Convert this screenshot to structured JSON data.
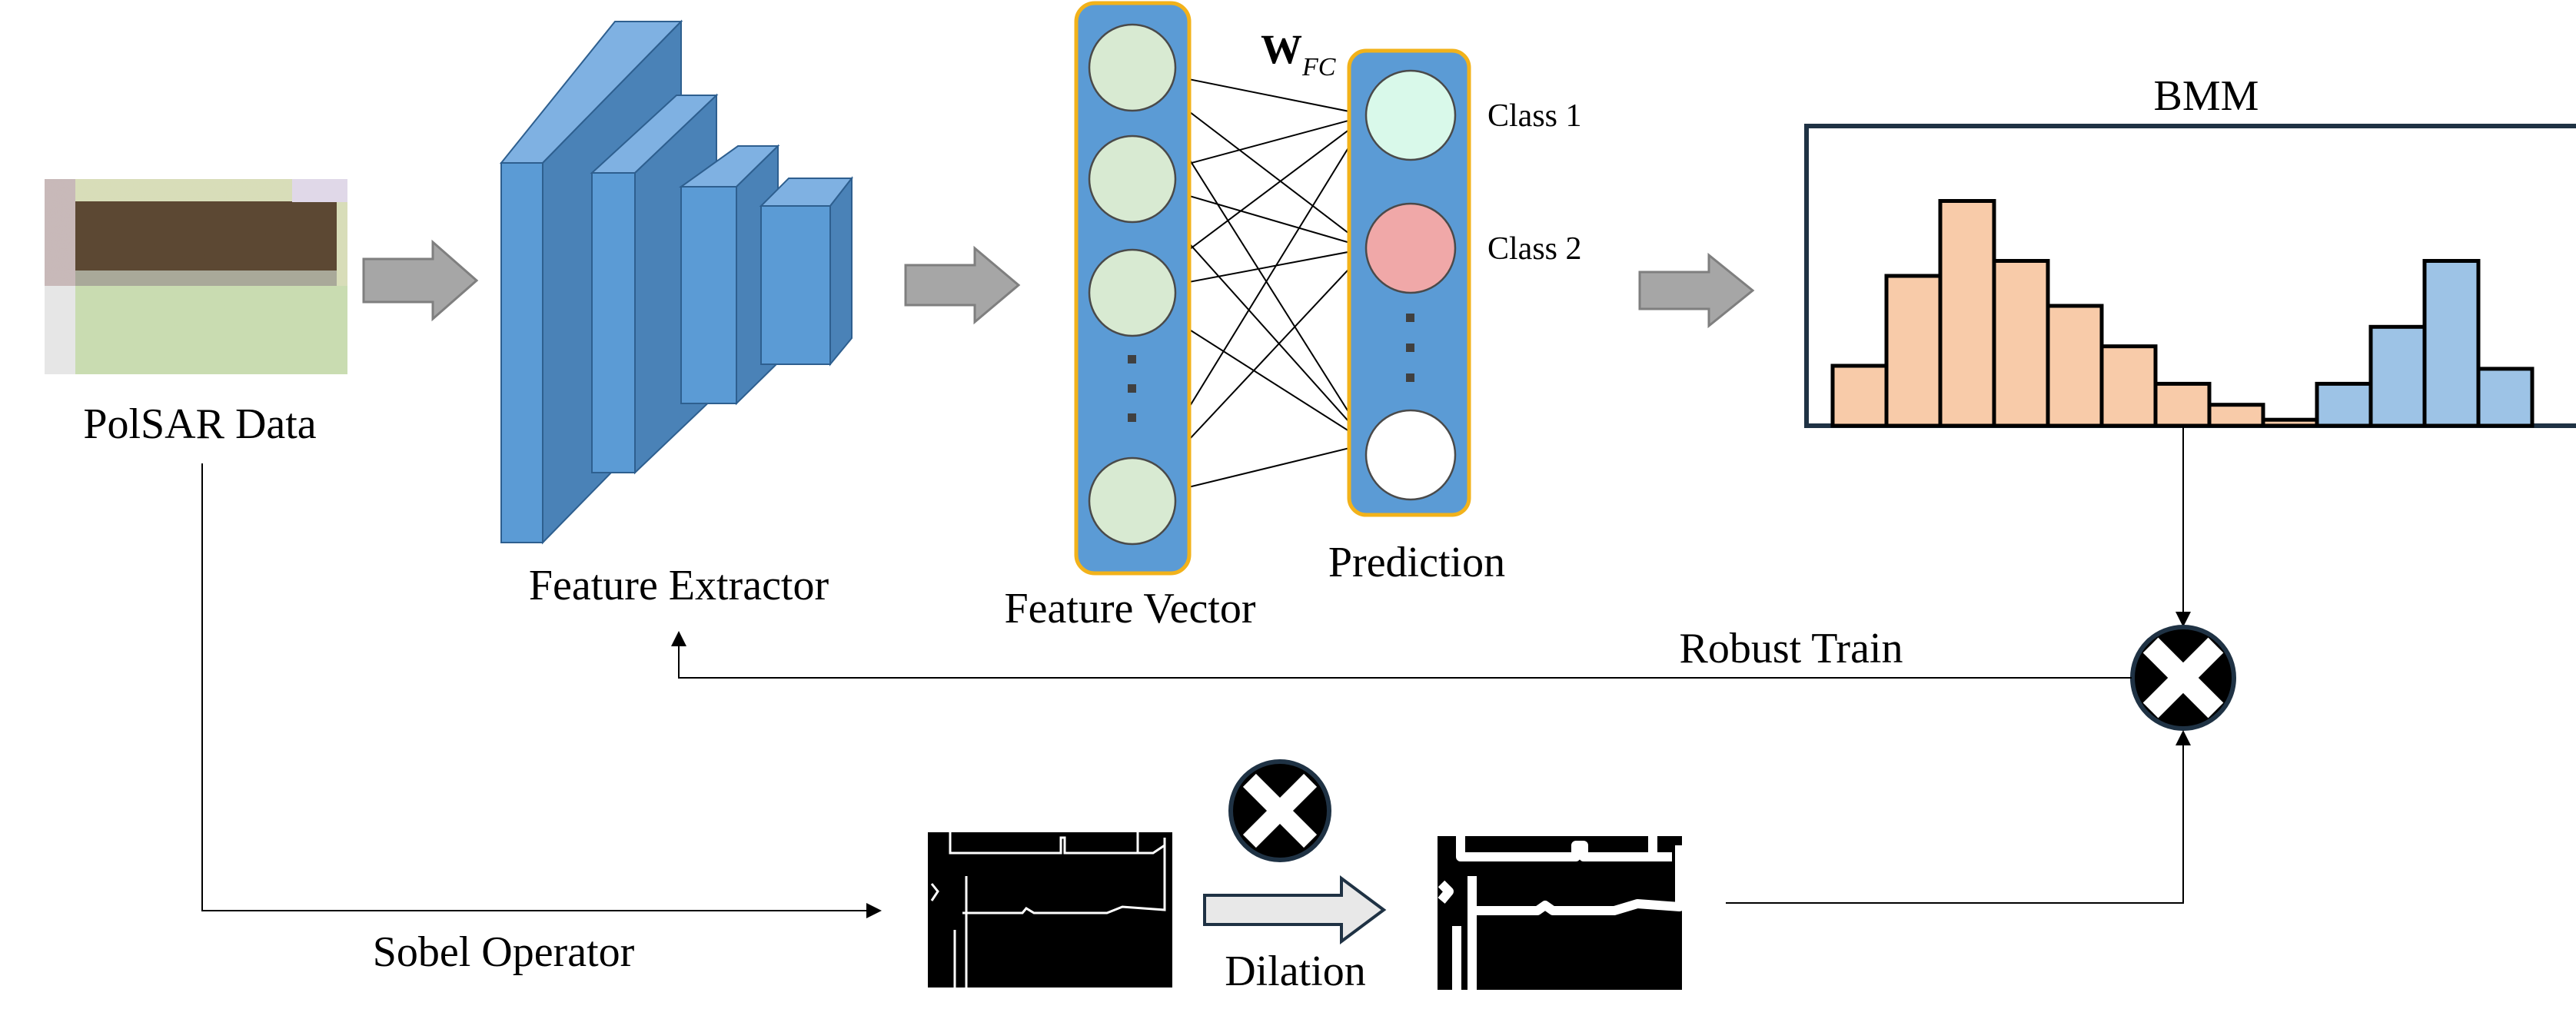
{
  "labels": {
    "polsar": "PolSAR Data",
    "feature_extractor": "Feature Extractor",
    "feature_vector": "Feature Vector",
    "prediction": "Prediction",
    "weight_main": "W",
    "weight_sub": "FC",
    "class1": "Class 1",
    "class2": "Class 2",
    "bmm": "BMM",
    "robust_train": "Robust Train",
    "sobel": "Sobel Operator",
    "dilation": "Dilation"
  },
  "histogram": {
    "orange_counts": [
      0.2,
      0.5,
      0.75,
      0.55,
      0.4,
      0.265,
      0.14,
      0.07,
      0.02
    ],
    "blue_counts": [
      0.14,
      0.33,
      0.55,
      0.19
    ]
  },
  "colors": {
    "cnn_front": "#5b9bd5",
    "cnn_side": "#4a82b7",
    "cnn_top": "#7fb1e2",
    "column_fill": "#5b9bd5",
    "column_border": "#f2b21a",
    "feature_node": "#d8ead2",
    "class1_node": "#d9f9ea",
    "class2_node": "#f0a8a8",
    "hist_orange": "#f8cba9",
    "hist_blue": "#9dc3e6",
    "frame": "#1f3244",
    "block_arrow": "#a6a6a6",
    "dilation_arrow": "#e8e8e8"
  }
}
